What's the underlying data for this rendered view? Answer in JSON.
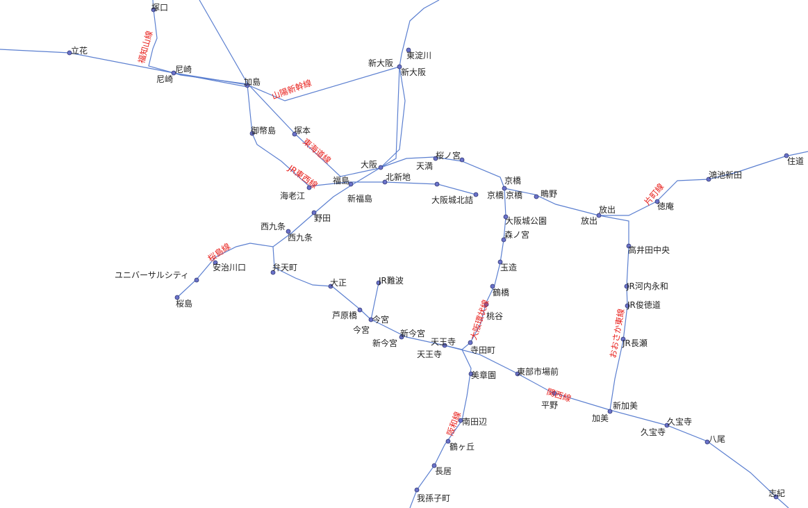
{
  "colors": {
    "line": "#5b7fd0",
    "station_fill": "#6a72c9",
    "line_label": "#e8201c",
    "text": "#222222"
  },
  "lines": {
    "fukuchiyama": "福知山線",
    "sanyo_shinkansen": "山陽新幹線",
    "tokaido": "東海道線",
    "jr_tozai": "JR東西線",
    "sakurajima": "桜島線",
    "osaka_loop": "大阪環状線",
    "hanwa": "阪和線",
    "kansai": "関西線",
    "katamachi": "片町線",
    "osaka_higashi": "おおさか東線"
  },
  "stations": {
    "tsukaguchi": "塚口",
    "tachibana": "立花",
    "amagasaki_a": "尼崎",
    "amagasaki_b": "尼崎",
    "kashima": "加島",
    "shinosaka_a": "新大阪",
    "higashiyodogawa": "東淀川",
    "shinosaka_b": "新大阪",
    "mitejima": "御幣島",
    "tsukamoto": "塚本",
    "osaka": "大阪",
    "sakuranomiya": "桜ノ宮",
    "tenma": "天満",
    "fukushima": "福島",
    "kitashinchi": "北新地",
    "ebie": "海老江",
    "shinfukushima": "新福島",
    "osakajokitazume": "大阪城北詰",
    "kyobashi_a": "京橋",
    "kyobashi_b": "京橋",
    "keihan_kyobashi": "京橋",
    "shigino": "鴫野",
    "hanaten_a": "放出",
    "hanaten_b": "放出",
    "tokuan": "徳庵",
    "konoike": "鴻池新田",
    "sumimichi": "住道",
    "noda": "野田",
    "nishikujo_a": "西九条",
    "nishikujo_b": "西九条",
    "osakajokoen": "大阪城公園",
    "morinomiya": "森ノ宮",
    "takaida": "高井田中央",
    "ajikawaguchi": "安治川口",
    "usj": "ユニバーサルシティ",
    "sakurajima": "桜島",
    "bentencho": "弁天町",
    "tamatsukuri": "玉造",
    "kawachieiwa": "JR河内永和",
    "shuntokumichi": "JR俊徳道",
    "taisho": "大正",
    "jrnamba": "JR難波",
    "tsuruhashi": "鶴橋",
    "ashiharabashi": "芦原橋",
    "imamiya_a": "今宮",
    "imamiya_b": "今宮",
    "momodani": "桃谷",
    "shinimamiya_a": "新今宮",
    "shinimamiya_b": "新今宮",
    "tennoji_a": "天王寺",
    "tennoji_b": "天王寺",
    "teradacho": "寺田町",
    "nagase": "JR長瀬",
    "bishoen": "美章園",
    "higashibushijo": "東部市場前",
    "hirano": "平野",
    "shinkami": "新加美",
    "kami": "加美",
    "kyuhoji_a": "久宝寺",
    "kyuhoji_b": "久宝寺",
    "yao": "八尾",
    "minamitanabe": "南田辺",
    "tsurugaoka": "鶴ヶ丘",
    "nagai": "長居",
    "abikocho": "我孫子町",
    "shiki": "志紀"
  }
}
